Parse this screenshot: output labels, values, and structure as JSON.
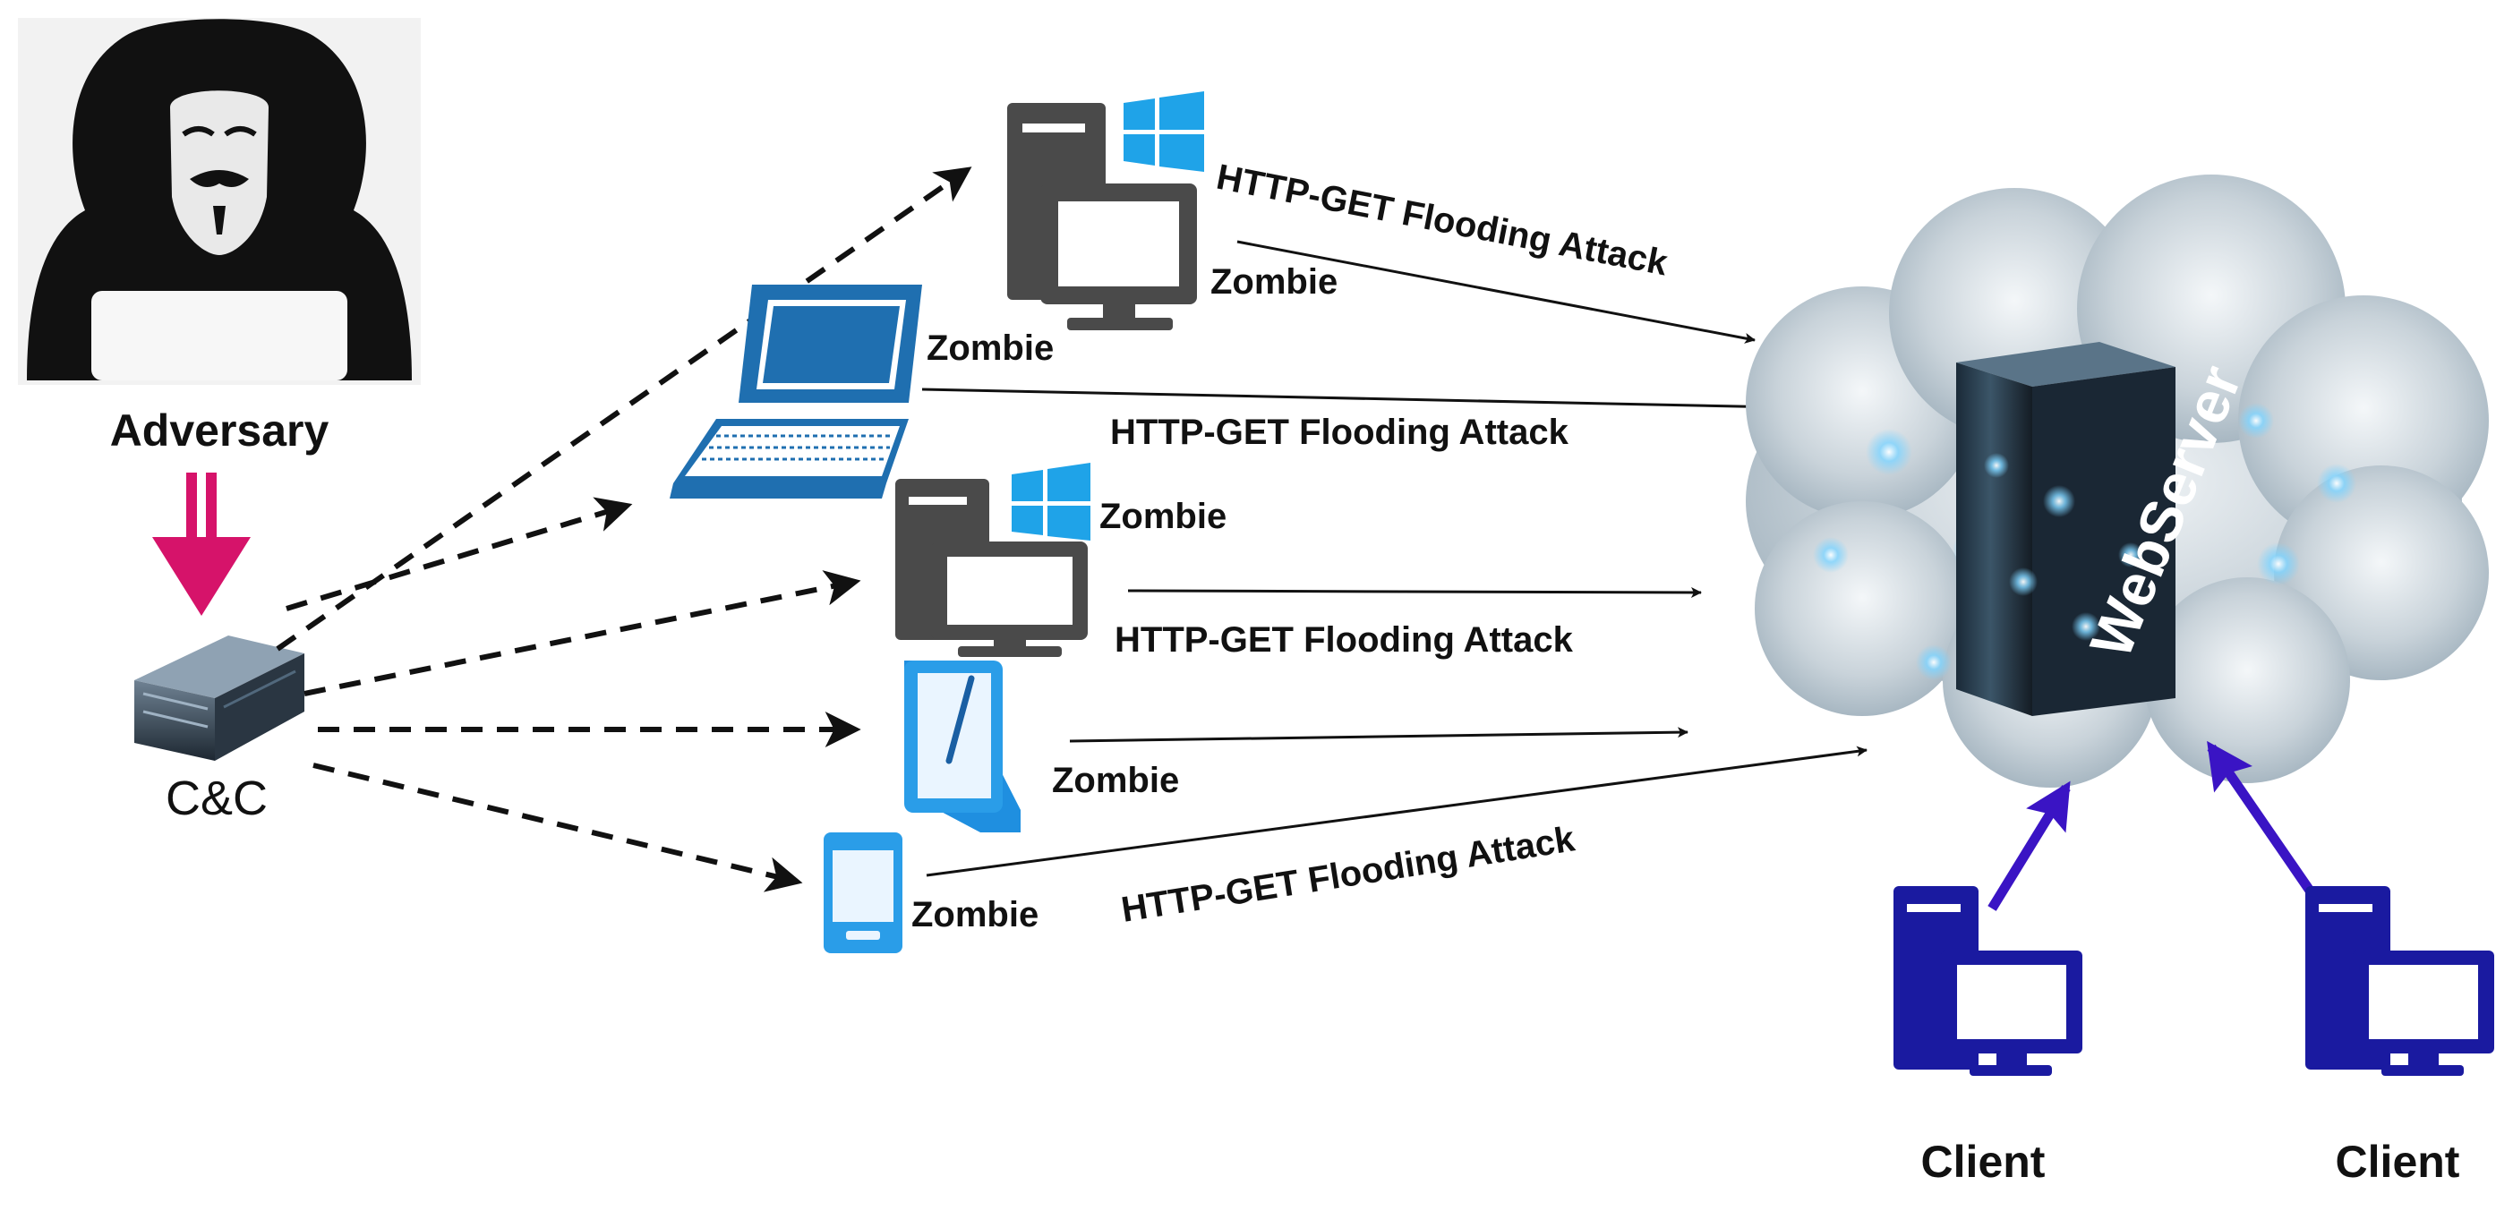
{
  "adversary": {
    "label": "Adversary"
  },
  "cc": {
    "label": "C&C"
  },
  "zombies": [
    {
      "device": "windows-desktop",
      "label": "Zombie"
    },
    {
      "device": "laptop",
      "label": "Zombie"
    },
    {
      "device": "windows-desktop",
      "label": "Zombie"
    },
    {
      "device": "tablet",
      "label": "Zombie"
    },
    {
      "device": "smartphone",
      "label": "Zombie"
    }
  ],
  "attacks": [
    {
      "label": "HTTP-GET Flooding Attack"
    },
    {
      "label": "HTTP-GET Flooding Attack"
    },
    {
      "label": "HTTP-GET Flooding Attack"
    },
    {
      "label": "HTTP-GET Flooding Attack"
    }
  ],
  "server": {
    "label": "WebServer"
  },
  "clients": [
    {
      "label": "Client"
    },
    {
      "label": "Client"
    }
  ],
  "colors": {
    "adversary_arrow": "#d6136a",
    "client_arrow": "#3a14c4",
    "zombie_icon_blue": "#1f8fe0",
    "windows_blue": "#1fa3e8",
    "client_icon": "#1a1aa0",
    "dark_gray": "#4a4a4a"
  }
}
